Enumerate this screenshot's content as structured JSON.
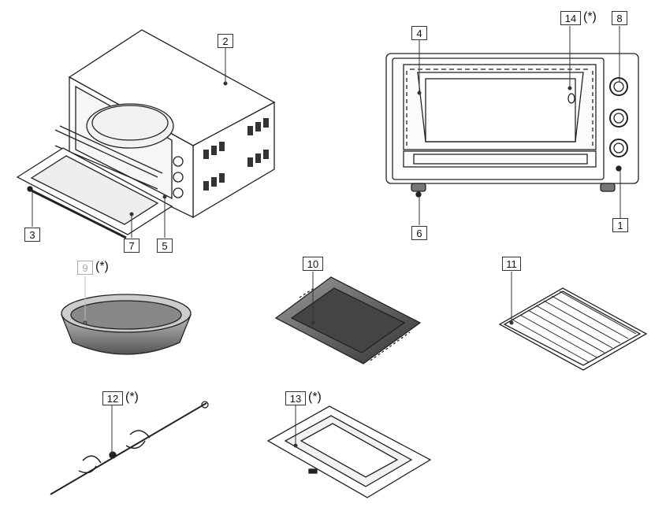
{
  "callouts": {
    "c1": "1",
    "c2": "2",
    "c3": "3",
    "c4": "4",
    "c5": "5",
    "c6": "6",
    "c7": "7",
    "c8": "8",
    "c9": "9",
    "c10": "10",
    "c11": "11",
    "c12": "12",
    "c13": "13",
    "c14": "14"
  },
  "optional_mark": "(*)",
  "colors": {
    "line": "#222222",
    "fill_dark": "#555555",
    "fill_light": "#dddddd"
  }
}
